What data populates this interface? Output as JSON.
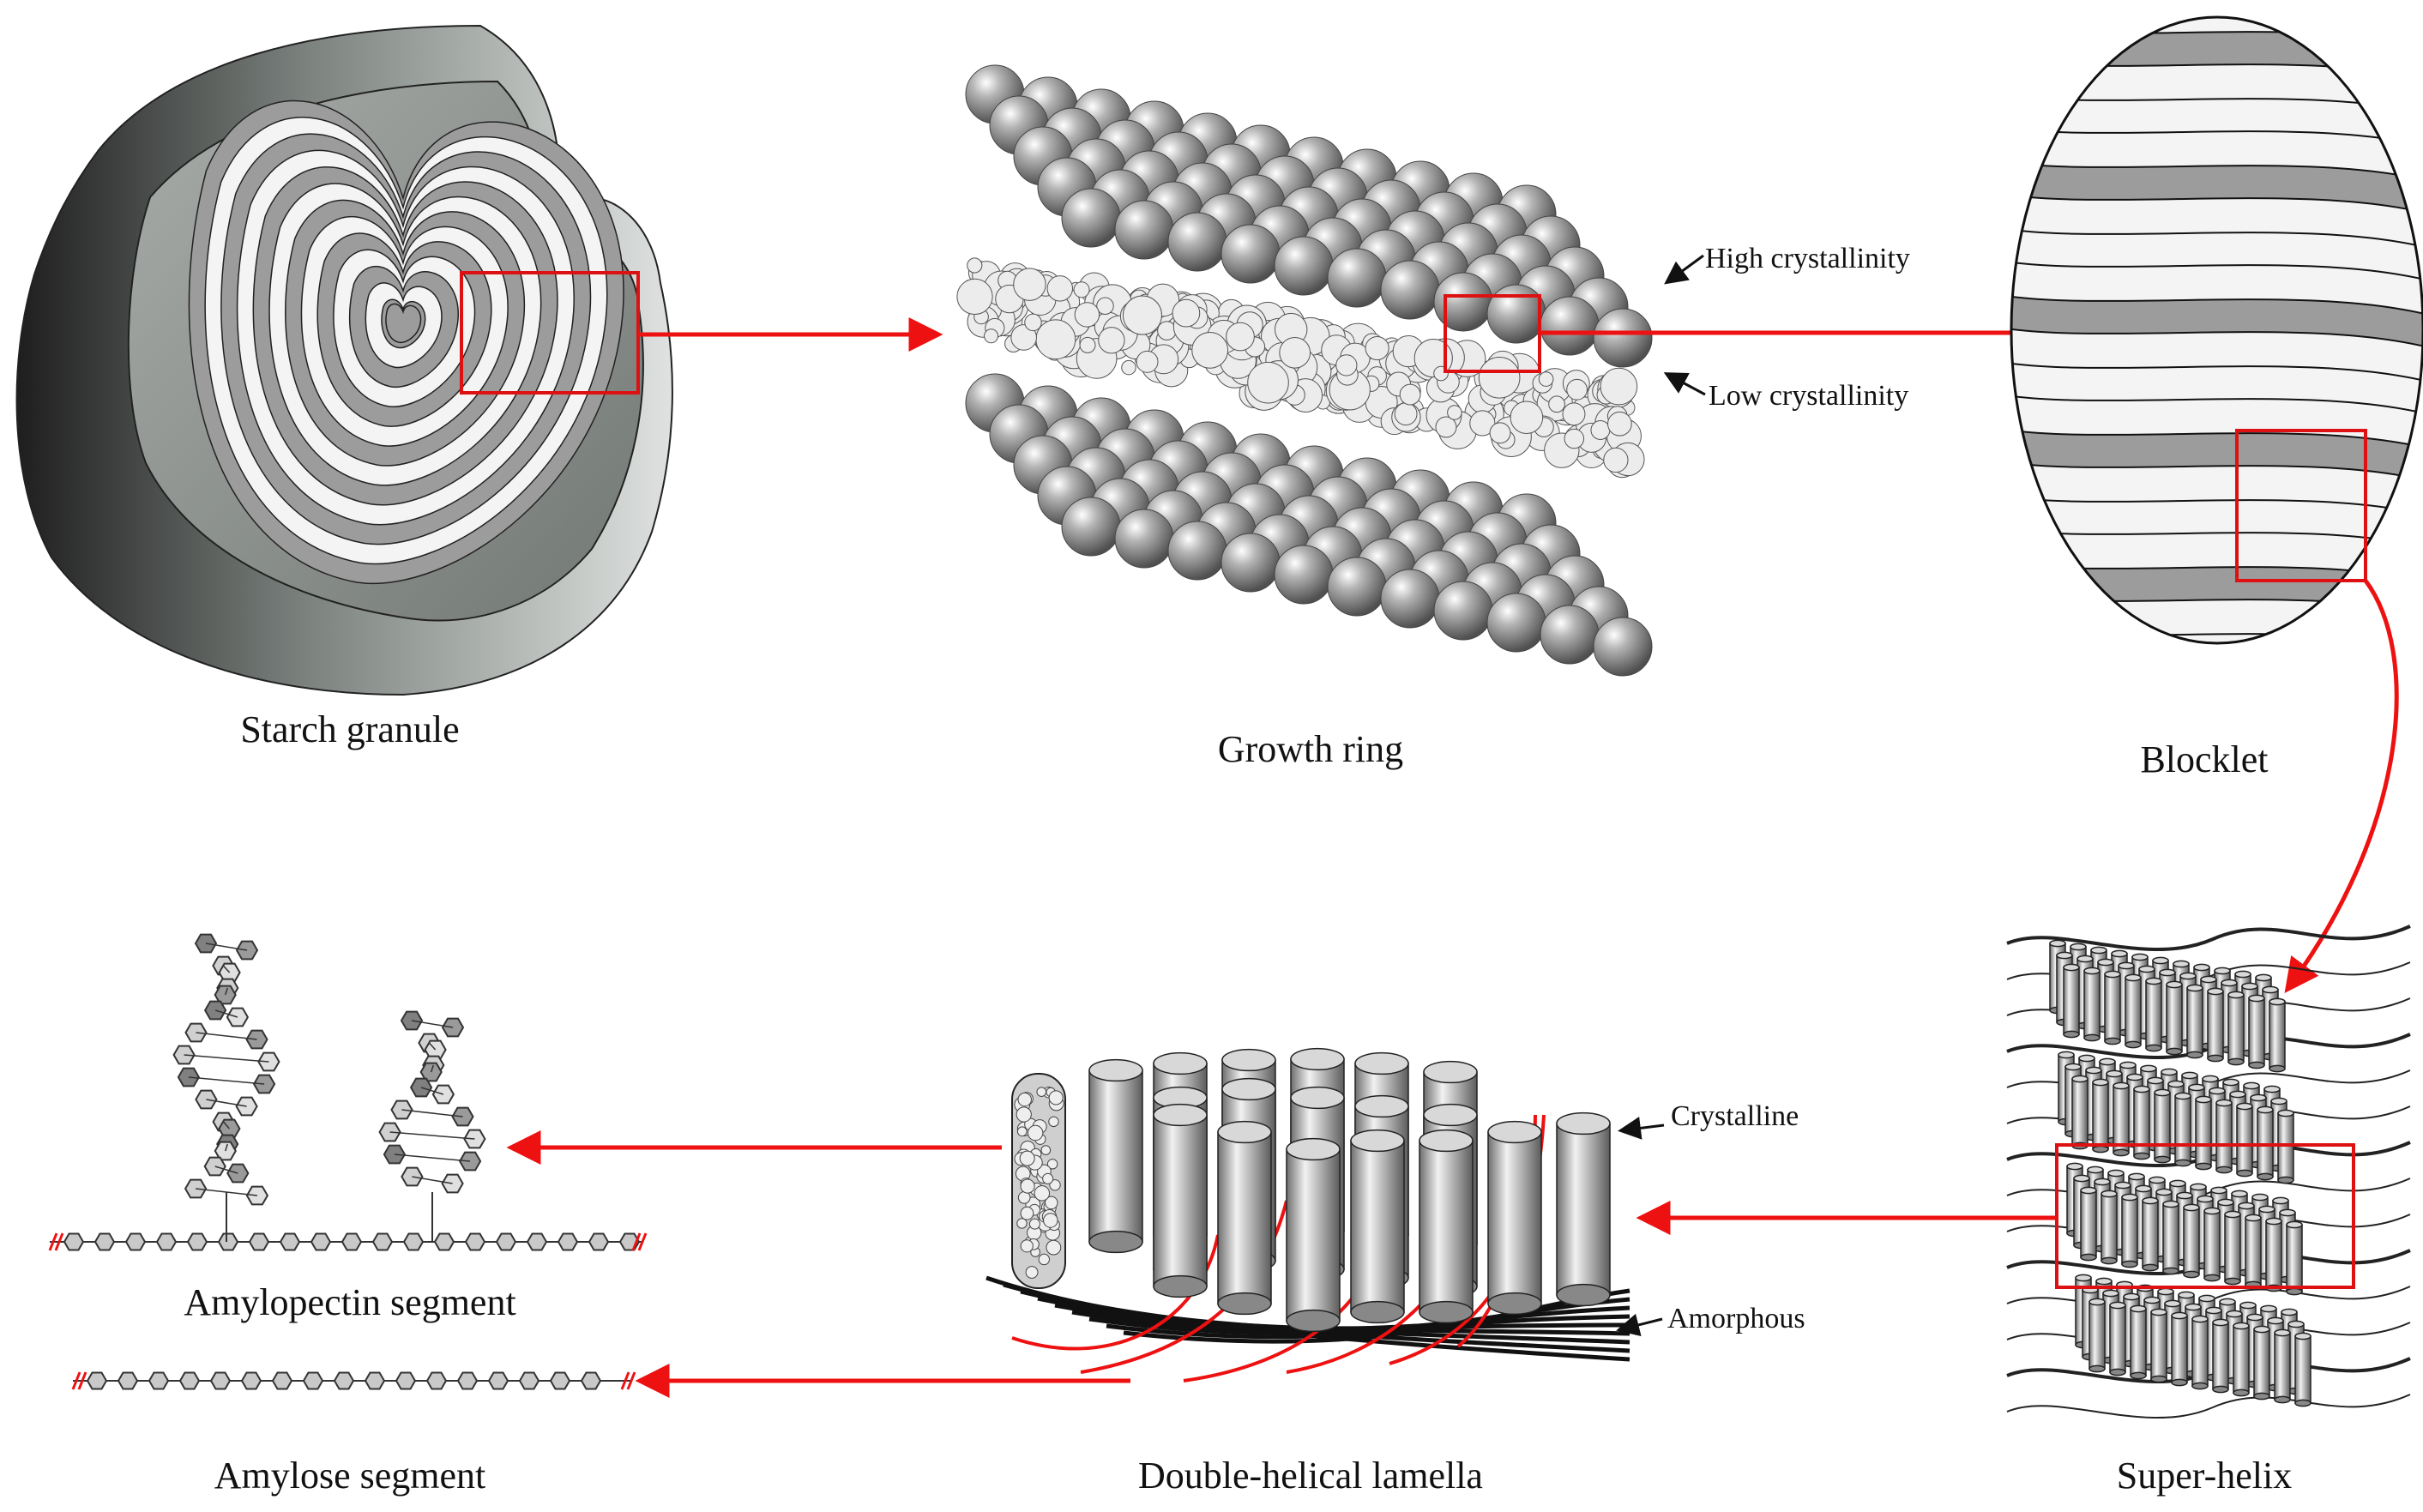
{
  "stages": {
    "starch_granule": "Starch granule",
    "growth_ring": "Growth ring",
    "blocklet": "Blocklet",
    "super_helix": "Super-helix",
    "double_helical_lamella": "Double-helical lamella",
    "amylopectin_segment": "Amylopectin segment",
    "amylose_segment": "Amylose segment"
  },
  "annotations": {
    "high_crystallinity": "High crystallinity",
    "low_crystallinity": "Low crystallinity",
    "crystalline": "Crystalline",
    "amorphous": "Amorphous"
  },
  "colors": {
    "arrow": "#ee1111",
    "highlight_box": "#dd1111",
    "gray_band": "#9c9c9c",
    "light_band": "#f4f4f4"
  }
}
